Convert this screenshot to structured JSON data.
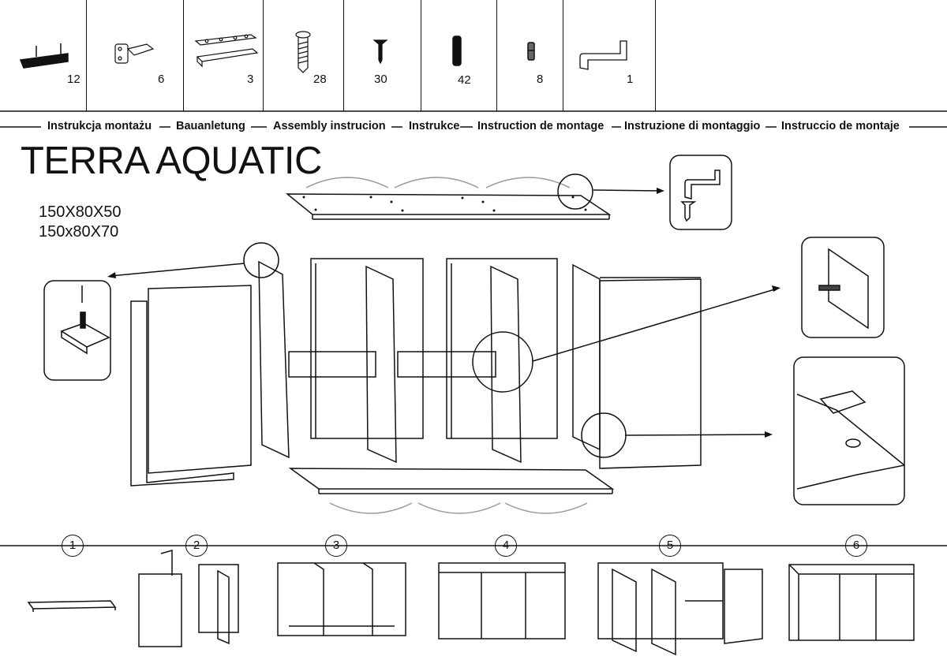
{
  "parts": [
    {
      "qty": "12",
      "icon": "shelf-support-bar-icon"
    },
    {
      "qty": "6",
      "icon": "hinge-icon"
    },
    {
      "qty": "3",
      "icon": "mounting-rail-icon"
    },
    {
      "qty": "28",
      "icon": "screw-icon"
    },
    {
      "qty": "30",
      "icon": "small-screw-icon"
    },
    {
      "qty": "42",
      "icon": "wooden-dowel-icon"
    },
    {
      "qty": "8",
      "icon": "shelf-pin-icon"
    },
    {
      "qty": "1",
      "icon": "allen-key-icon"
    }
  ],
  "languages": [
    "Instrukcja montażu",
    "Bauanletung",
    "Assembly instrucion",
    "Instrukce",
    "Instruction de montage",
    "Instruzione di montaggio",
    "Instruccio de montaje"
  ],
  "product": {
    "title": "TERRA AQUATIC",
    "dim1": "150X80X50",
    "dim2": "150x80X70"
  },
  "steps": [
    "1",
    "2",
    "3",
    "4",
    "5",
    "6"
  ]
}
